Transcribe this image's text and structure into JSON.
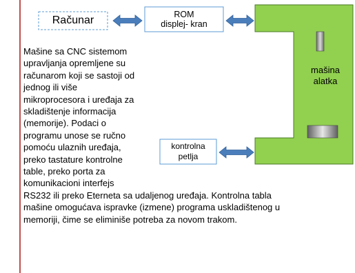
{
  "diagram": {
    "computer_box": {
      "label": "Računar"
    },
    "rom_box": {
      "line1": "ROM",
      "line2": "displej- kran"
    },
    "control_loop_box": {
      "line1": "kontrolna",
      "line2": "petlja"
    },
    "machine": {
      "line1": "mašina",
      "line2": "alatka"
    }
  },
  "text": {
    "lines": [
      "Mašine sa CNC sistemom",
      "upravljanja opremljene su",
      "računarom koji se sastoji od",
      "jednog ili više",
      "mikroprocesora i uređaja za",
      "skladištenje informacija",
      "(memorije). Podaci o",
      "programu unose se ručno",
      "pomoću ulaznih uređaja,",
      "preko tastature kontrolne",
      "table, preko porta za",
      "komunikacioni interfejs",
      "RS232 ili preko Eterneta sa udaljenog uređaja. Kontrolna tabla",
      "mašine omogućava ispravke (izmene) programa uskladištenog u",
      "memoriji, čime se eliminiše potreba za novom trakom."
    ]
  },
  "colors": {
    "arrow_fill": "#4a7ebb",
    "arrow_stroke": "#2f5f9a",
    "box_border": "#5b9bd5",
    "machine_fill": "#92d050",
    "machine_stroke": "#4a7a25",
    "slide_rule": "#c0504d"
  }
}
